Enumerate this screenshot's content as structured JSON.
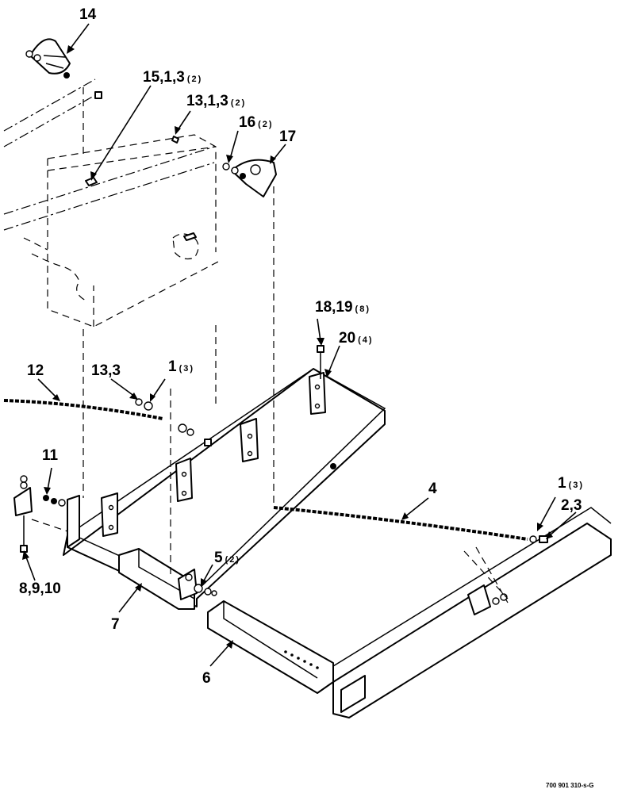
{
  "callouts": [
    {
      "id": "c14",
      "label": "14",
      "qty": ""
    },
    {
      "id": "c15",
      "label": "15,1,3",
      "qty": "(2)"
    },
    {
      "id": "c13a",
      "label": "13,1,3",
      "qty": "(2)"
    },
    {
      "id": "c16",
      "label": "16",
      "qty": "(2)"
    },
    {
      "id": "c17",
      "label": "17",
      "qty": ""
    },
    {
      "id": "c18",
      "label": "18,19",
      "qty": "(8)"
    },
    {
      "id": "c20",
      "label": "20",
      "qty": "(4)"
    },
    {
      "id": "c12",
      "label": "12",
      "qty": ""
    },
    {
      "id": "c13b",
      "label": "13,3",
      "qty": ""
    },
    {
      "id": "c1a",
      "label": "1",
      "qty": "(3)"
    },
    {
      "id": "c11",
      "label": "11",
      "qty": ""
    },
    {
      "id": "c4",
      "label": "4",
      "qty": ""
    },
    {
      "id": "c1b",
      "label": "1",
      "qty": "(3)"
    },
    {
      "id": "c23",
      "label": "2,3",
      "qty": ""
    },
    {
      "id": "c5",
      "label": "5",
      "qty": "(2)"
    },
    {
      "id": "c8",
      "label": "8,9,10",
      "qty": ""
    },
    {
      "id": "c7",
      "label": "7",
      "qty": ""
    },
    {
      "id": "c6",
      "label": "6",
      "qty": ""
    }
  ],
  "document_number": "700 901 310-s-G",
  "icons": {
    "chain": "chain-icon",
    "bolt": "bolt-icon",
    "washer": "washer-icon",
    "bracket": "bracket-icon"
  }
}
